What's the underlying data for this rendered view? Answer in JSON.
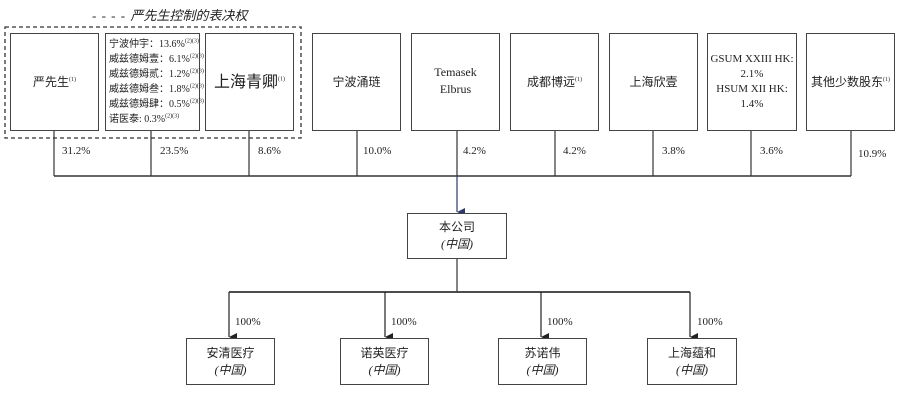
{
  "legend_label": "严先生控制的表决权",
  "shareholders": [
    {
      "name": "严先生",
      "note": "(1)",
      "pct": "31.2%"
    },
    {
      "lines": [
        {
          "text": "宁波仲宇：13.6%",
          "note": "(2)(3)"
        },
        {
          "text": "威兹德姆壹：6.1%",
          "note": "(2)(3)"
        },
        {
          "text": "威兹德姆贰：1.2%",
          "note": "(2)(3)"
        },
        {
          "text": "威兹德姆叁：1.8%",
          "note": "(2)(3)"
        },
        {
          "text": "威兹德姆肆：0.5%",
          "note": "(2)(3)"
        },
        {
          "text": "诺医泰: 0.3%",
          "note": "(2)(3)"
        }
      ],
      "pct": "23.5%"
    },
    {
      "name": "上海青卿",
      "note": "(1)",
      "pct": "8.6%"
    },
    {
      "name": "宁波涌琏",
      "pct": "10.0%"
    },
    {
      "name": "Temasek",
      "name2": "Elbrus",
      "pct": "4.2%"
    },
    {
      "name": "成都博远",
      "note": "(1)",
      "pct": "4.2%"
    },
    {
      "name": "上海欣壹",
      "pct": "3.8%"
    },
    {
      "name": "GSUM XXIII HK: 2.1%",
      "name2": "HSUM XII HK: 1.4%",
      "pct": "3.6%"
    },
    {
      "name": "其他少数股东",
      "note": "(1)",
      "pct": "10.9%"
    }
  ],
  "company": {
    "name": "本公司",
    "country": "(中国)"
  },
  "subsidiaries": [
    {
      "name": "安清医疗",
      "country": "(中国)",
      "pct": "100%"
    },
    {
      "name": "诺英医疗",
      "country": "(中国)",
      "pct": "100%"
    },
    {
      "name": "苏诺伟",
      "country": "(中国)",
      "pct": "100%"
    },
    {
      "name": "上海蕴和",
      "country": "(中国)",
      "pct": "100%"
    }
  ],
  "colors": {
    "arrow_main": "#2b3a6b",
    "line": "#333333"
  }
}
